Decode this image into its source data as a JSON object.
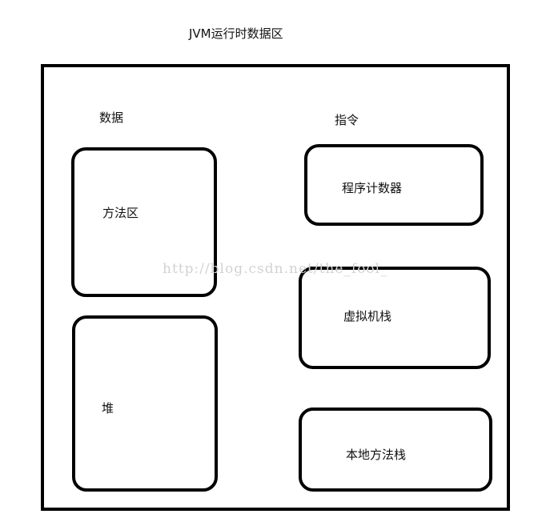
{
  "title": "JVM运行时数据区",
  "data_label": "数据",
  "instruction_label": "指令",
  "data_areas": {
    "method_area": "方法区",
    "heap": "堆"
  },
  "instruction_areas": {
    "pc_register": "程序计数器",
    "vm_stack": "虚拟机栈",
    "native_stack": "本地方法栈"
  },
  "watermark": "http://blog.csdn.net/the_fool_"
}
